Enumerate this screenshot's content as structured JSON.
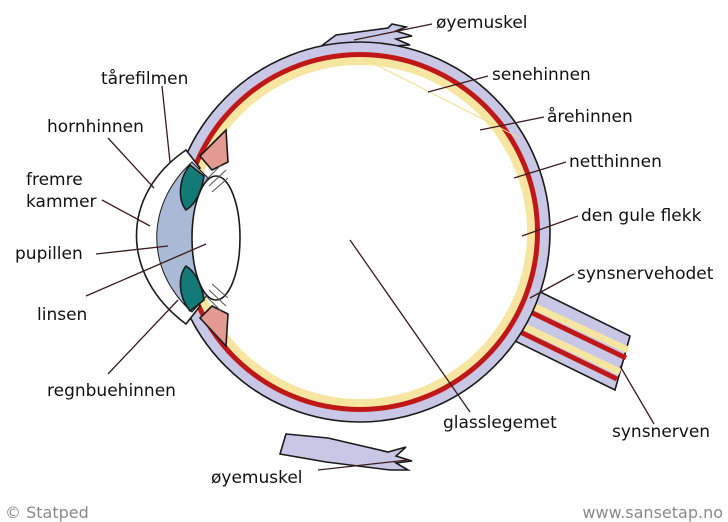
{
  "labels": {
    "eye_muscle_top": "øyemuskel",
    "sclera": "senehinnen",
    "choroid": "årehinnen",
    "retina": "netthinnen",
    "macula": "den gule flekk",
    "optic_disc": "synsnervehodet",
    "optic_nerve": "synsnerven",
    "vitreous": "glasslegemet",
    "eye_muscle_bottom": "øyemuskel",
    "tear_film": "tårefilmen",
    "cornea": "hornhinnen",
    "anterior_chamber_line1": "fremre",
    "anterior_chamber_line2": "kammer",
    "pupil": "pupillen",
    "lens": "linsen",
    "iris": "regnbuehinnen"
  },
  "footer": {
    "copyright": "© Statped",
    "website": "www.sansetap.no"
  },
  "colors": {
    "sclera": "#c9c7e6",
    "choroid": "#c01818",
    "retina": "#f6e6a2",
    "cornea_chamber": "#a9bad6",
    "iris": "#147a78",
    "ciliary": "#e39a92",
    "lens": "#ffffff",
    "leader": "#3a1c1c"
  }
}
